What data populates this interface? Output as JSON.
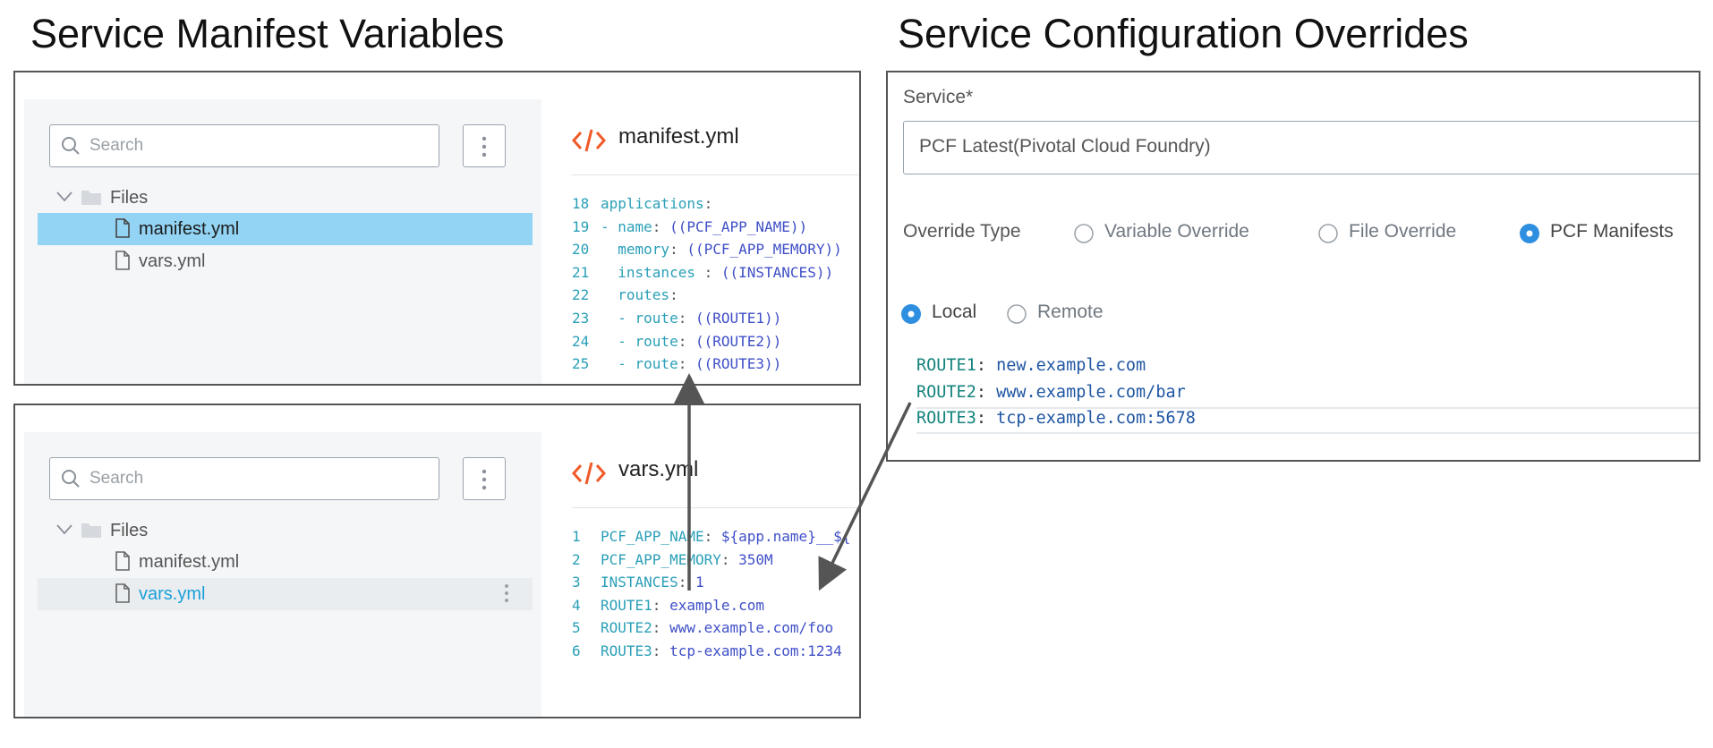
{
  "headings": {
    "left": "Service Manifest Variables",
    "right": "Service Configuration Overrides"
  },
  "manifest_panel": {
    "search_placeholder": "Search",
    "folder_label": "Files",
    "files": [
      "manifest.yml",
      "vars.yml"
    ],
    "selected_file": "manifest.yml",
    "editor_title": "manifest.yml",
    "code_lines": [
      {
        "n": "18",
        "key": "applications",
        "sep": ":",
        "val": ""
      },
      {
        "n": "19",
        "key": "- name",
        "sep": ": ",
        "val": "((PCF_APP_NAME))"
      },
      {
        "n": "20",
        "key": "  memory",
        "sep": ": ",
        "val": "((PCF_APP_MEMORY))"
      },
      {
        "n": "21",
        "key": "  instances ",
        "sep": ": ",
        "val": "((INSTANCES))"
      },
      {
        "n": "22",
        "key": "  routes",
        "sep": ":",
        "val": ""
      },
      {
        "n": "23",
        "key": "  - route",
        "sep": ": ",
        "val": "((ROUTE1))"
      },
      {
        "n": "24",
        "key": "  - route",
        "sep": ": ",
        "val": "((ROUTE2))"
      },
      {
        "n": "25",
        "key": "  - route",
        "sep": ": ",
        "val": "((ROUTE3))"
      }
    ]
  },
  "vars_panel": {
    "search_placeholder": "Search",
    "folder_label": "Files",
    "files": [
      "manifest.yml",
      "vars.yml"
    ],
    "selected_file": "vars.yml",
    "editor_title": "vars.yml",
    "code_lines": [
      {
        "n": "1",
        "key": "PCF_APP_NAME",
        "sep": ": ",
        "val": "${app.name}__${"
      },
      {
        "n": "2",
        "key": "PCF_APP_MEMORY",
        "sep": ": ",
        "val": "350M"
      },
      {
        "n": "3",
        "key": "INSTANCES",
        "sep": ": ",
        "val": "1"
      },
      {
        "n": "4",
        "key": "ROUTE1",
        "sep": ": ",
        "val": "example.com"
      },
      {
        "n": "5",
        "key": "ROUTE2",
        "sep": ": ",
        "val": "www.example.com/foo"
      },
      {
        "n": "6",
        "key": "ROUTE3",
        "sep": ": ",
        "val": "tcp-example.com:1234"
      }
    ]
  },
  "overrides_panel": {
    "service_label": "Service*",
    "service_value": "PCF Latest(Pivotal Cloud Foundry)",
    "override_type_label": "Override Type",
    "override_options": [
      "Variable Override",
      "File Override",
      "PCF Manifests"
    ],
    "override_selected": "PCF Manifests",
    "source_options": [
      "Local",
      "Remote"
    ],
    "source_selected": "Local",
    "code_lines": [
      {
        "key": "ROUTE1",
        "sep": ": ",
        "val": "new.example.com"
      },
      {
        "key": "ROUTE2",
        "sep": ": ",
        "val": "www.example.com/bar"
      },
      {
        "key": "ROUTE3",
        "sep": ": ",
        "val": "tcp-example.com:5678"
      }
    ]
  },
  "colors": {
    "accent": "#2e8ee0",
    "selection": "#93d4f4",
    "code_icon": "#f05a28",
    "arrow": "#555555"
  }
}
